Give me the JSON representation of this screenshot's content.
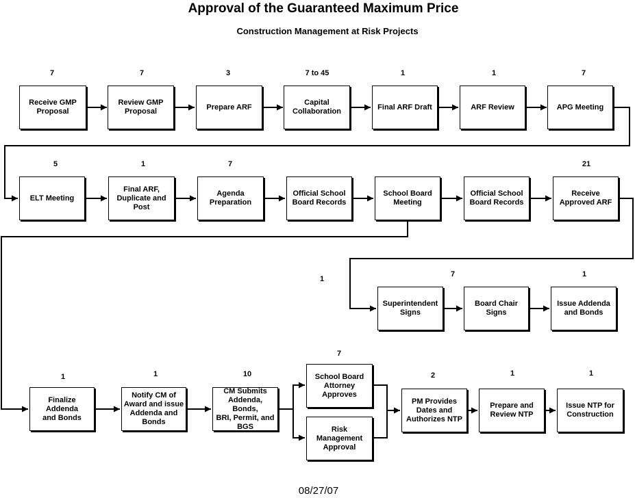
{
  "title": "Approval of the Guaranteed Maximum Price",
  "subtitle": "Construction Management at Risk Projects",
  "footer_date": "08/27/07",
  "steps": {
    "receive_gmp_proposal": "Receive GMP\nProposal",
    "review_gmp_proposal": "Review GMP\nProposal",
    "prepare_arf": "Prepare ARF",
    "capital_collaboration": "Capital\nCollaboration",
    "final_arf_draft": "Final ARF Draft",
    "arf_review": "ARF Review",
    "apg_meeting": "APG Meeting",
    "elt_meeting": "ELT Meeting",
    "final_arf_duplicate_post": "Final ARF,\nDuplicate and\nPost",
    "agenda_preparation": "Agenda\nPreparation",
    "official_school_board_records_1": "Official School\nBoard Records",
    "school_board_meeting": "School Board\nMeeting",
    "official_school_board_records_2": "Official School\nBoard Records",
    "receive_approved_arf": "Receive\nApproved ARF",
    "superintendent_signs": "Superintendent\nSigns",
    "board_chair_signs": "Board Chair\nSigns",
    "issue_addenda_and_bonds": "Issue Addenda\nand Bonds",
    "finalize_addenda_and_bonds": "Finalize Addenda\nand Bonds",
    "notify_cm": "Notify CM of\nAward and issue\nAddenda and\nBonds",
    "cm_submits": "CM Submits\nAddenda, Bonds,\nBRI, Permit, and\nBGS",
    "school_board_attorney_approves": "School Board\nAttorney\nApproves",
    "risk_management_approval": "Risk\nManagement\nApproval",
    "pm_provides_dates": "PM Provides\nDates and\nAuthorizes NTP",
    "prepare_and_review_ntp": "Prepare and\nReview NTP",
    "issue_ntp_for_construction": "Issue NTP for\nConstruction"
  },
  "durations": {
    "receive_gmp_proposal": "7",
    "review_gmp_proposal": "7",
    "prepare_arf": "3",
    "capital_collaboration": "7 to 45",
    "final_arf_draft": "1",
    "arf_review": "1",
    "apg_meeting": "7",
    "elt_meeting": "5",
    "final_arf_duplicate_post": "1",
    "agenda_preparation": "7",
    "receive_approved_arf": "21",
    "superintendent_signs": "1",
    "board_chair_signs": "7",
    "issue_addenda_and_bonds": "1",
    "finalize_addenda_and_bonds": "1",
    "notify_cm": "1",
    "cm_submits": "10",
    "school_board_attorney_approves": "7",
    "pm_provides_dates": "2",
    "prepare_and_review_ntp": "1",
    "issue_ntp_for_construction": "1"
  }
}
